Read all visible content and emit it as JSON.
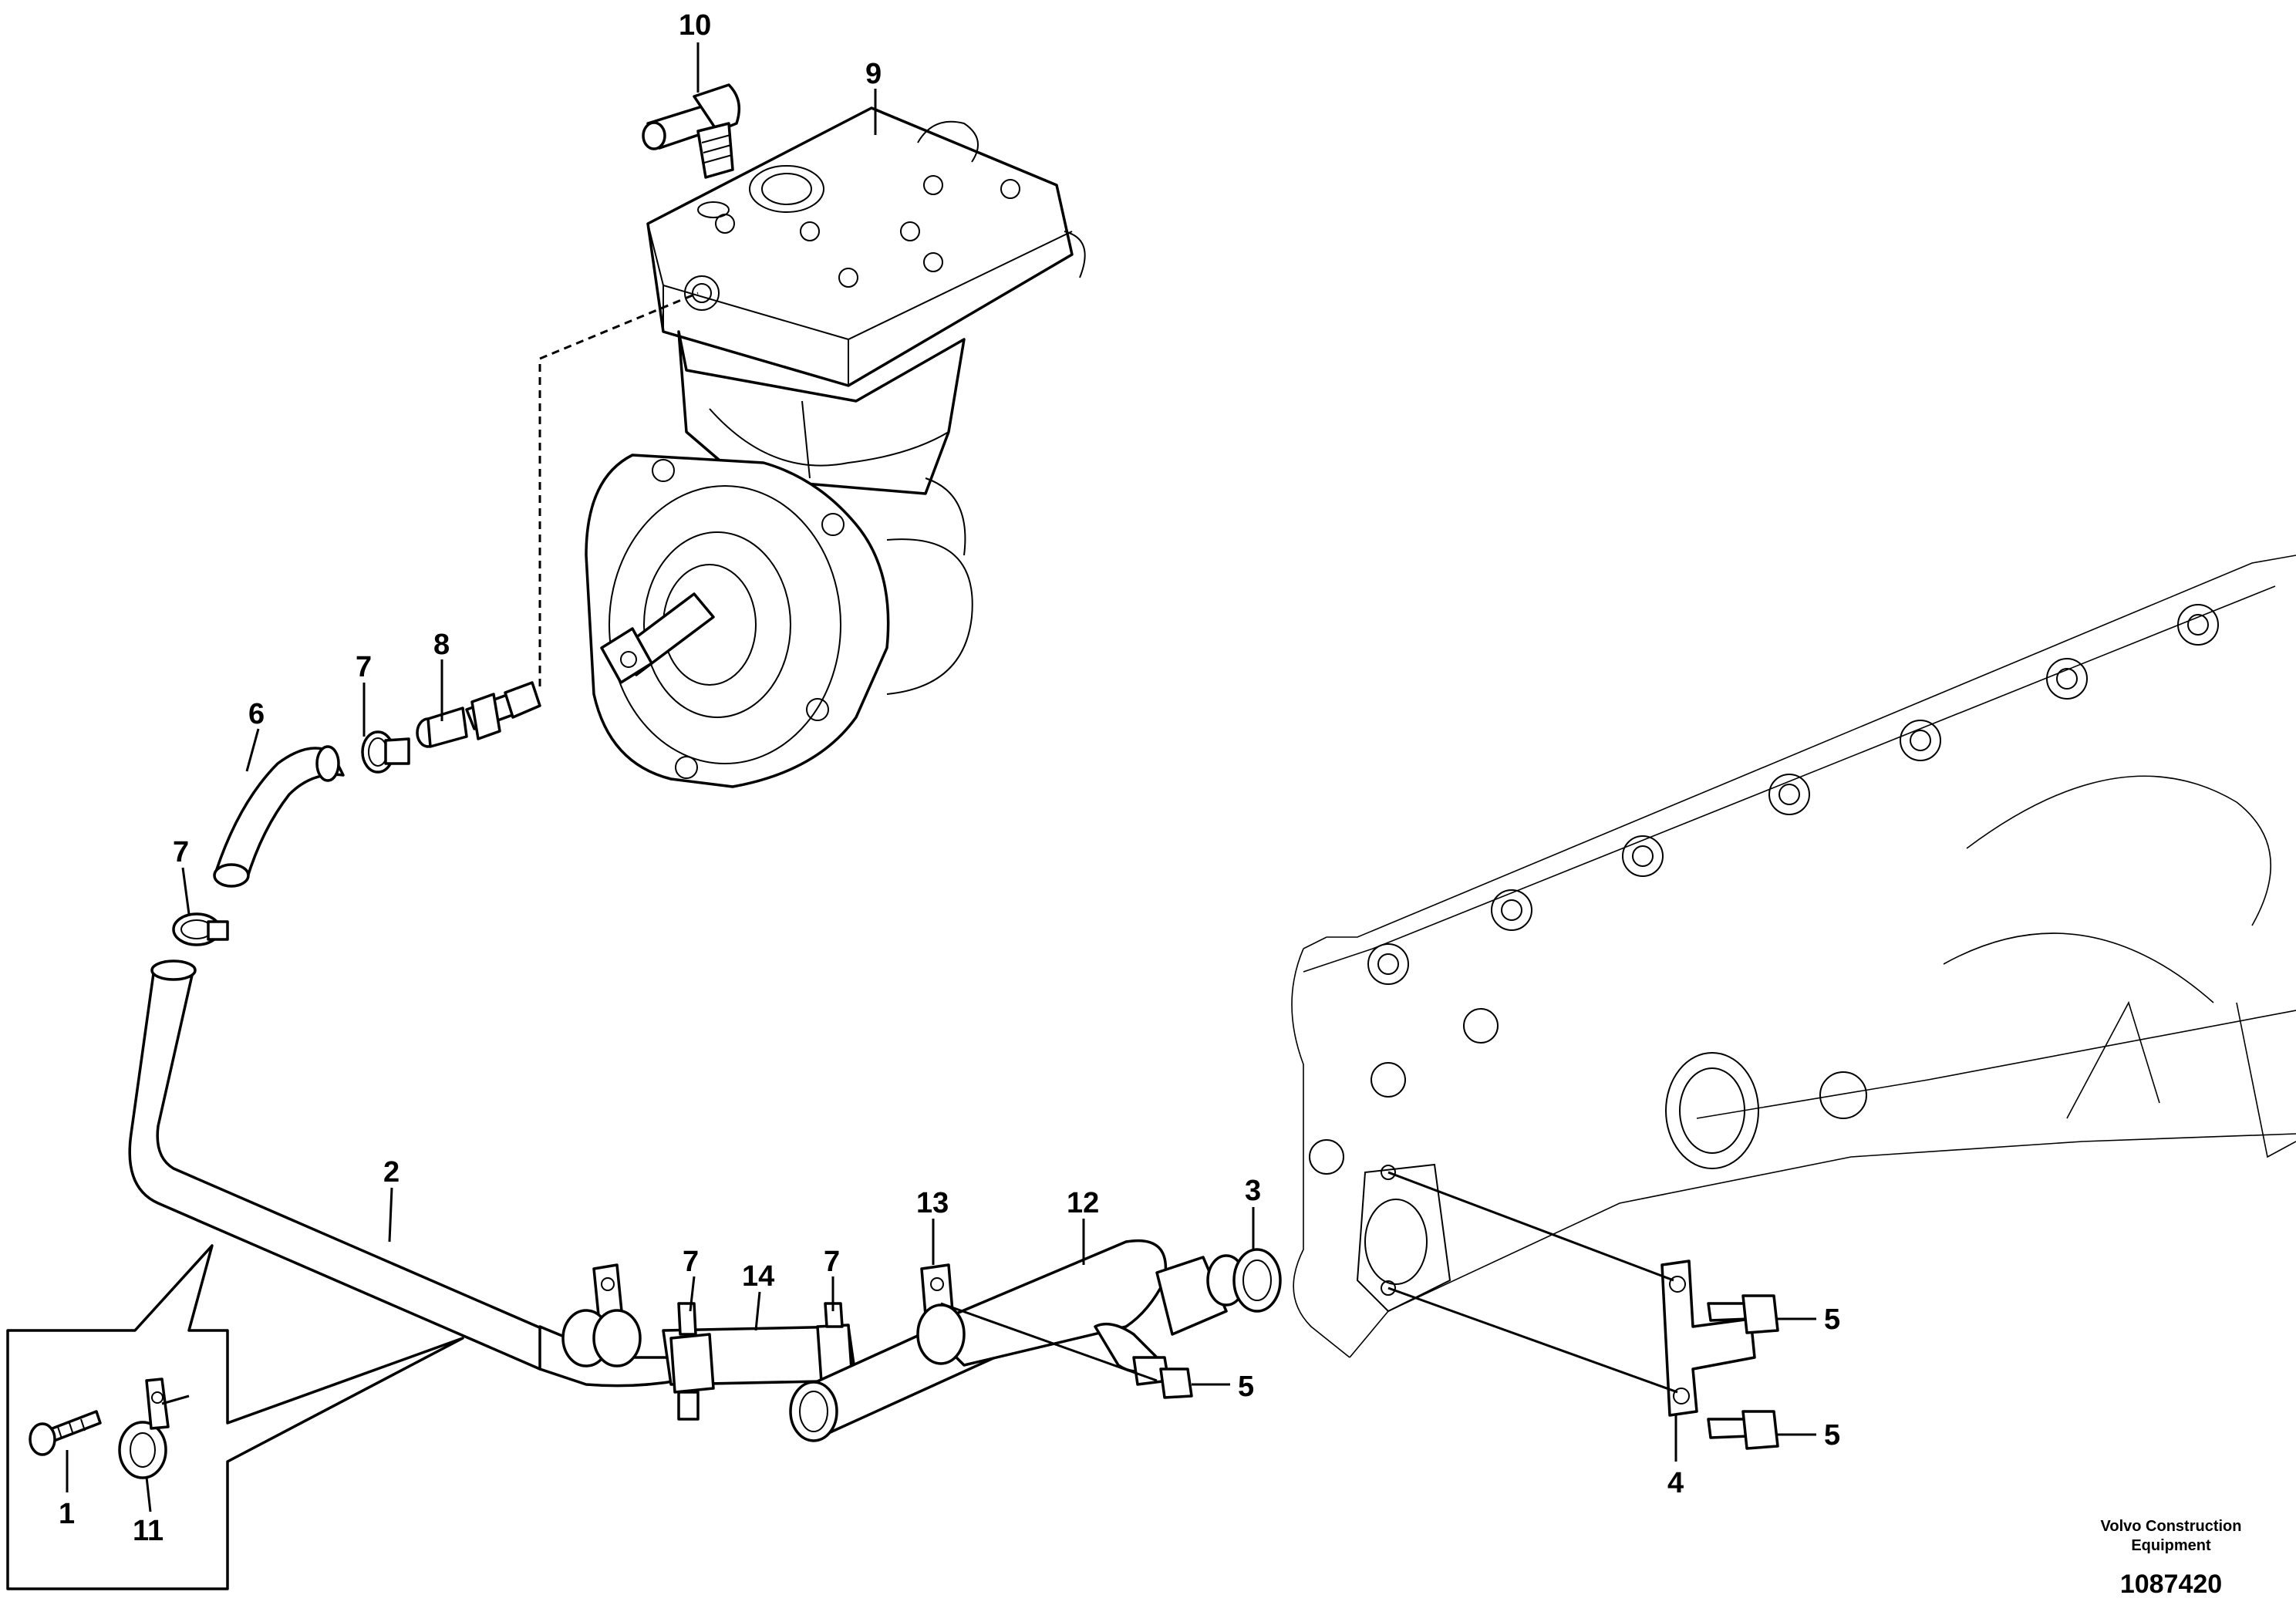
{
  "diagram": {
    "callouts": {
      "c1": "1",
      "c2": "2",
      "c3": "3",
      "c4": "4",
      "c5a": "5",
      "c5b": "5",
      "c5c": "5",
      "c6": "6",
      "c7a": "7",
      "c7b": "7",
      "c7c": "7",
      "c7d": "7",
      "c8": "8",
      "c9": "9",
      "c10": "10",
      "c11": "11",
      "c12": "12",
      "c13": "13",
      "c14": "14"
    },
    "publisher_line1": "Volvo Construction",
    "publisher_line2": "Equipment",
    "document_number": "1087420"
  }
}
